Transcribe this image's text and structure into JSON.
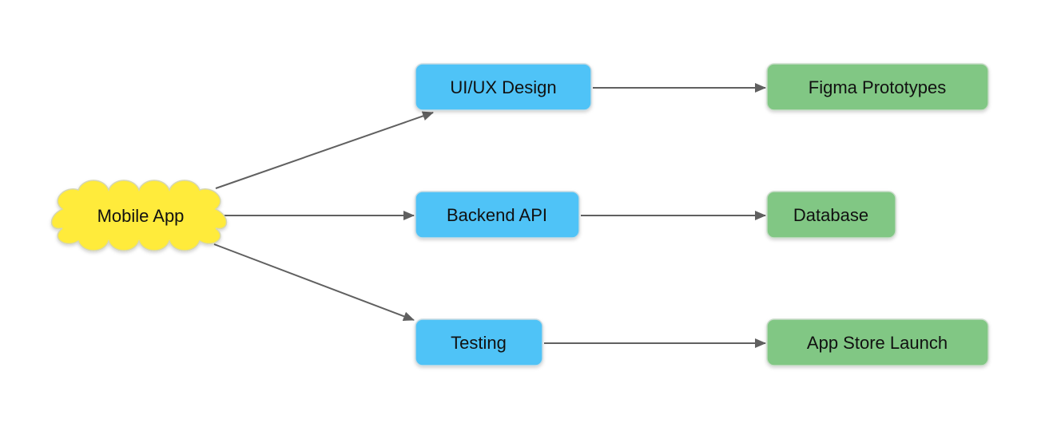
{
  "colors": {
    "root_fill": "#ffeb3b",
    "root_stroke": "#d6d6b0",
    "middle_fill": "#4fc3f7",
    "middle_stroke": "#c7dbe3",
    "leaf_fill": "#81c784",
    "leaf_stroke": "#c8dcc8",
    "edge": "#606060"
  },
  "nodes": {
    "root": {
      "label": "Mobile App",
      "shape": "cloud"
    },
    "uiux": {
      "label": "UI/UX Design",
      "shape": "rounded-rect"
    },
    "backend": {
      "label": "Backend API",
      "shape": "rounded-rect"
    },
    "testing": {
      "label": "Testing",
      "shape": "rounded-rect"
    },
    "figma": {
      "label": "Figma Prototypes",
      "shape": "rounded-rect"
    },
    "database": {
      "label": "Database",
      "shape": "rounded-rect"
    },
    "appstore": {
      "label": "App Store Launch",
      "shape": "rounded-rect"
    }
  },
  "edges": [
    {
      "from": "root",
      "to": "uiux"
    },
    {
      "from": "root",
      "to": "backend"
    },
    {
      "from": "root",
      "to": "testing"
    },
    {
      "from": "uiux",
      "to": "figma"
    },
    {
      "from": "backend",
      "to": "database"
    },
    {
      "from": "testing",
      "to": "appstore"
    }
  ]
}
